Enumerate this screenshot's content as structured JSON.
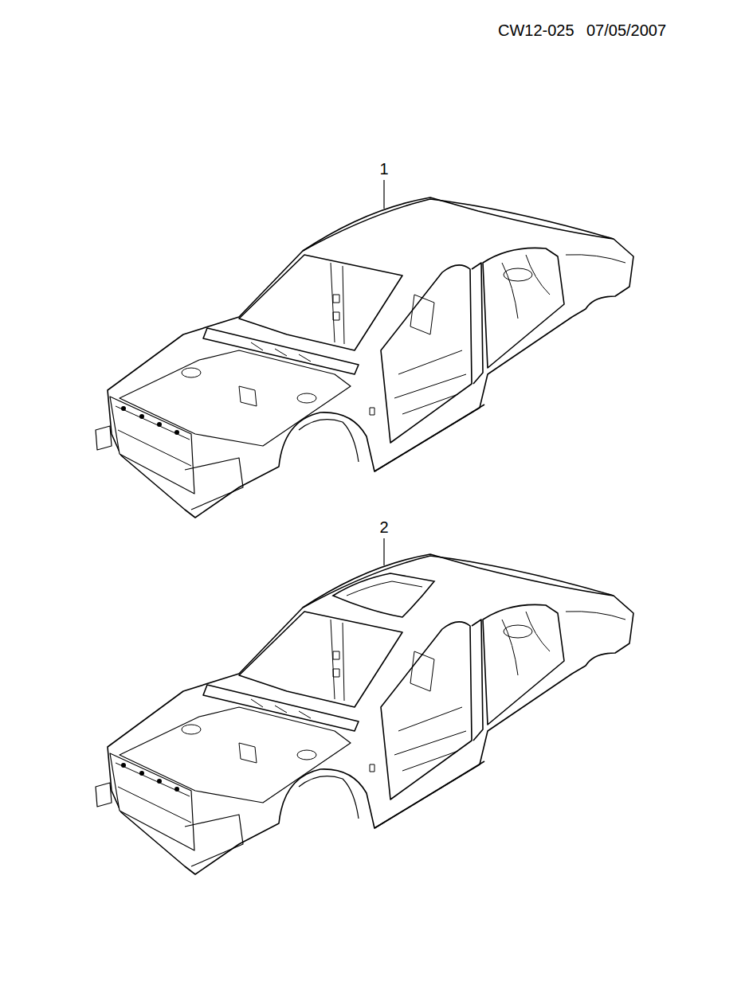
{
  "diagram": {
    "labels": [
      "CW12-025",
      "07/05/2007",
      "1",
      "2"
    ]
  }
}
